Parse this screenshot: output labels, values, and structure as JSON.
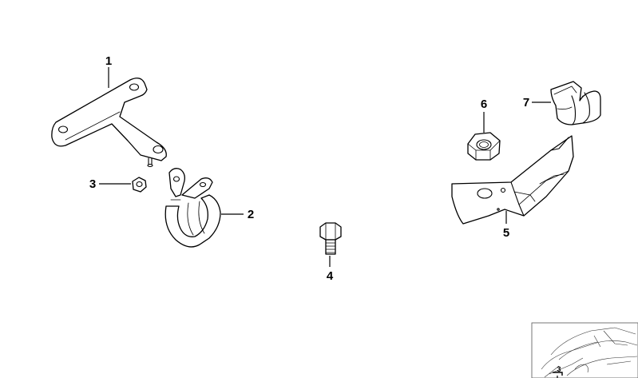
{
  "callouts": {
    "c1": "1",
    "c2": "2",
    "c3": "3",
    "c4": "4",
    "c5": "5",
    "c6": "6",
    "c7": "7"
  },
  "thumbnail": {
    "callout": "3"
  }
}
